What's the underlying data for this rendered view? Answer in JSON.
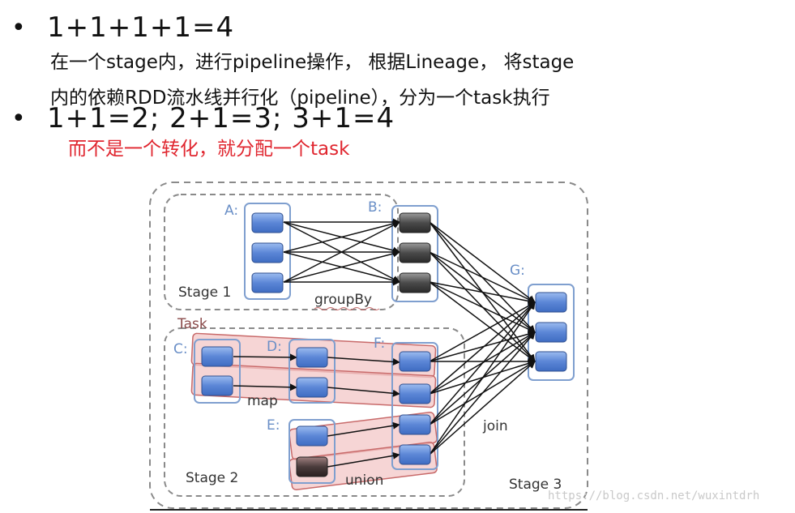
{
  "header": {
    "bullet1": "1+1+1+1=4",
    "desc_line1": "在一个stage内，进行pipeline操作， 根据Lineage， 将stage",
    "desc_line2": "内的依赖RDD流水线并行化（pipeline），分为一个task执行",
    "bullet2": "1+1=2; 2+1=3; 3+1=4",
    "red_note": "而不是一个转化，就分配一个task"
  },
  "diagram": {
    "rdd_labels": {
      "a": "A:",
      "b": "B:",
      "c": "C:",
      "d": "D:",
      "e": "E:",
      "f": "F:",
      "g": "G:"
    },
    "stage_labels": {
      "stage1": "Stage 1",
      "stage2": "Stage 2",
      "stage3": "Stage 3"
    },
    "op_labels": {
      "groupby": "groupBy",
      "map": "map",
      "union": "union",
      "join": "join"
    },
    "task_label": "Task"
  },
  "watermark": "https://blog.csdn.net/wuxintdrh",
  "colors": {
    "partition_blue": "#5b86d6",
    "partition_dark": "#4a4a4a",
    "task_fill": "#f3c7c7",
    "task_border": "#c86a6a",
    "stage_border": "#8a8a8a",
    "red_text": "#e0262f"
  }
}
